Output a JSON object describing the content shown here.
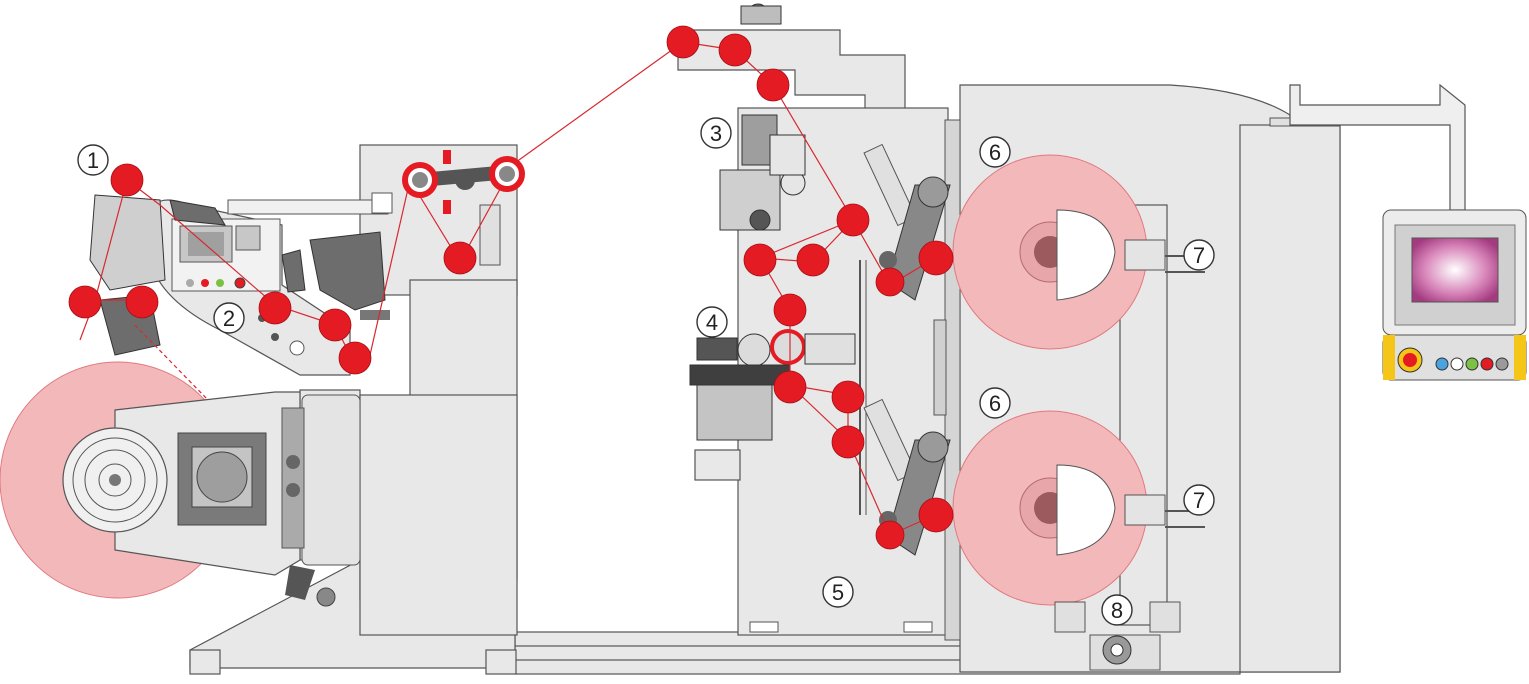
{
  "colors": {
    "frame_fill": "#e8e8e8",
    "frame_stroke": "#555555",
    "roller_red": "#e41b23",
    "web_line": "#d9282f",
    "reel_fill": "#f3b8ba",
    "reel_edge": "#e07a80",
    "core_fill": "#9c5a5e",
    "dark_part": "#6e6e6e",
    "screen_pink": "#d86fae"
  },
  "callouts": [
    {
      "id": "unwind",
      "label": "1"
    },
    {
      "id": "splice-table",
      "label": "2"
    },
    {
      "id": "slitting-unit-upper",
      "label": "3"
    },
    {
      "id": "slitting-unit-lower",
      "label": "4"
    },
    {
      "id": "rewind-frame",
      "label": "5"
    },
    {
      "id": "lay-on-roller-top",
      "label": "6"
    },
    {
      "id": "lay-on-roller-bottom",
      "label": "6"
    },
    {
      "id": "rewind-shaft-top",
      "label": "7"
    },
    {
      "id": "rewind-shaft-bottom",
      "label": "7"
    },
    {
      "id": "reel-unload",
      "label": "8"
    }
  ],
  "panel": {
    "emergency_stop_icon": "emergency-stop-icon",
    "button_colors": [
      "#4aa3df",
      "#ffffff",
      "#7cc242",
      "#e41b23",
      "#9a9a9a"
    ]
  }
}
